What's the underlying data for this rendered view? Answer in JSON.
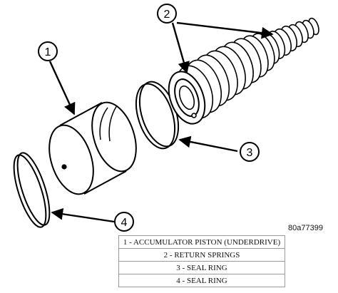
{
  "figure_id": "80a77399",
  "callouts": [
    "1",
    "2",
    "3",
    "4"
  ],
  "legend": [
    "1 - ACCUMULATOR PISTON (UNDERDRIVE)",
    "2 - RETURN SPRINGS",
    "3 - SEAL RING",
    "4 - SEAL RING"
  ]
}
